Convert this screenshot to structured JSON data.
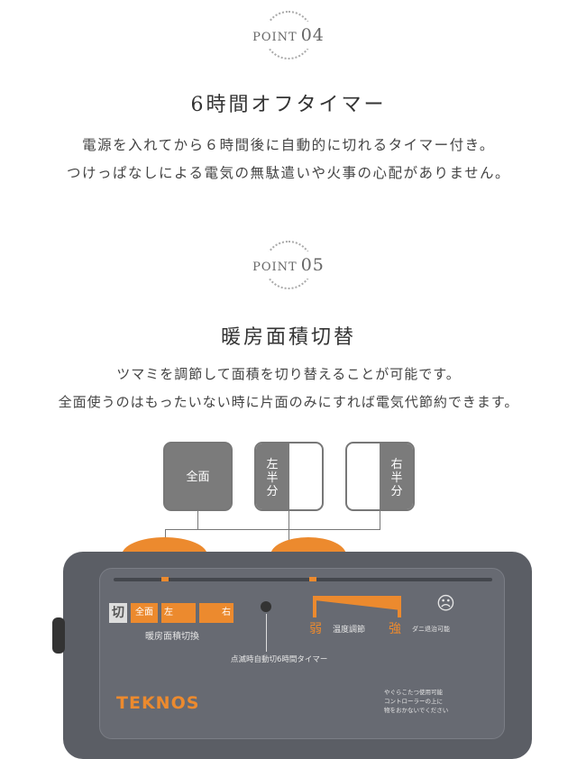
{
  "points": [
    {
      "label": "POINT",
      "number": "04",
      "title": "6時間オフタイマー",
      "desc": [
        "電源を入れてから６時間後に自動的に切れるタイマー付き。",
        "つけっぱなしによる電気の無駄遣いや火事の心配がありません。"
      ]
    },
    {
      "label": "POINT",
      "number": "05",
      "title": "暖房面積切替",
      "desc": [
        "ツマミを調節して面積を切り替えることが可能です。",
        "全面使うのはもったいない時に片面のみにすれば電気代節約できます。"
      ]
    }
  ],
  "modes": {
    "full": "全面",
    "left": "左半分",
    "right": "右半分"
  },
  "device": {
    "brand": "TEKNOS",
    "off": "切",
    "full": "全面",
    "left": "左",
    "right": "右",
    "area_switch": "暖房面積切換",
    "timer": "点滅時自動切6時間タイマー",
    "weak": "弱",
    "temp": "温度調節",
    "strong": "強",
    "mite": "ダニ退治可能",
    "note": [
      "やぐらこたつ使用可能",
      "コントローラーの上に",
      "物をおかないでください"
    ]
  },
  "colors": {
    "accent": "#ec8a2e",
    "body": "#5b5e65",
    "mode_fill": "#7b7b7b"
  }
}
